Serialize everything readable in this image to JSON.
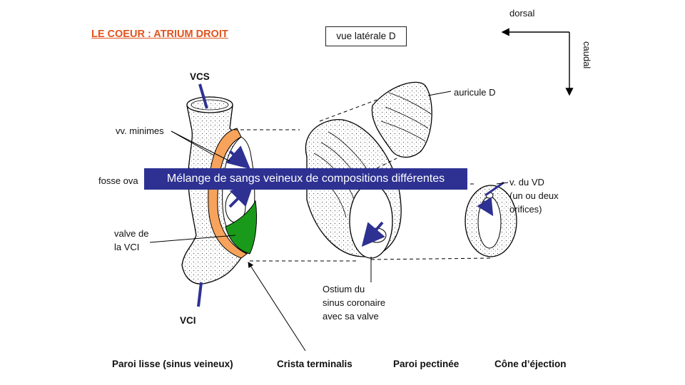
{
  "title": "LE COEUR : ATRIUM DROIT",
  "view_label": "vue latérale D",
  "orientation": {
    "dorsal": "dorsal",
    "caudal": "caudal"
  },
  "banner": "Mélange de sangs veineux de compositions différentes",
  "labels": {
    "vcs": "VCS",
    "vci": "VCI",
    "vv_minimes": "vv. minimes",
    "fosse_ovale": "fosse ova",
    "valve_vci_1": "valve de",
    "valve_vci_2": "la VCI",
    "auricule": "auricule D",
    "v_du_vd_1": "v. du VD",
    "v_du_vd_2": "(un ou deux",
    "v_du_vd_3": "orifices)",
    "ostium_1": "Ostium du",
    "ostium_2": "sinus coronaire",
    "ostium_3": "avec sa valve"
  },
  "bottom_labels": [
    "Paroi lisse (sinus veineux)",
    "Crista terminalis",
    "Paroi pectinée",
    "Cône d’éjection"
  ],
  "colors": {
    "title": "#e0541e",
    "arrow": "#2e3192",
    "crista": "#f7a35c",
    "valve": "#1a9a1a",
    "banner": "#2e3192"
  }
}
